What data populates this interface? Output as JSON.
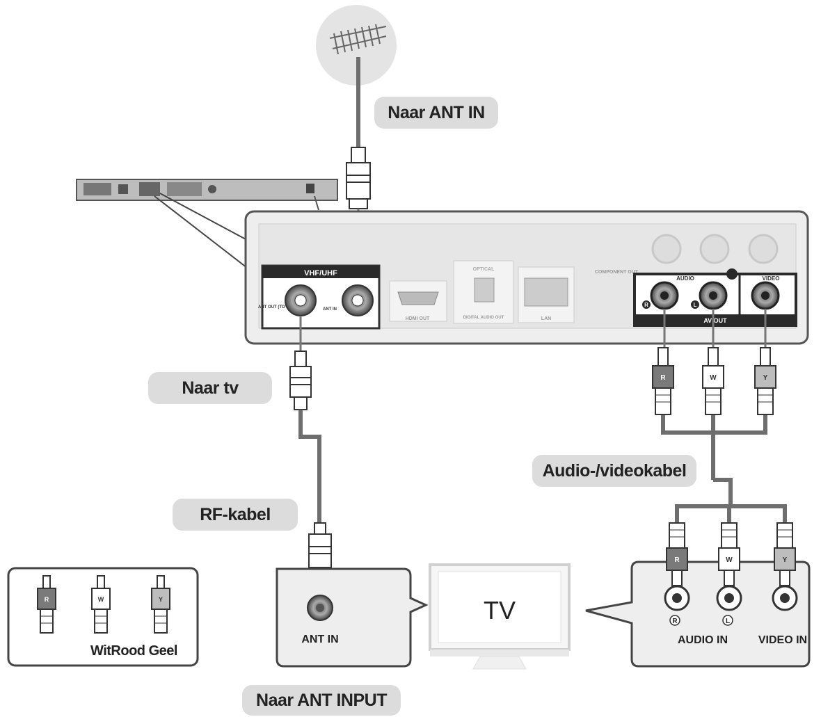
{
  "labels": {
    "naar_ant_in": "Naar ANT IN",
    "naar_tv": "Naar tv",
    "rf_kabel": "RF-kabel",
    "audio_video_kabel": "Audio-/videokabel",
    "naar_ant_input": "Naar ANT INPUT"
  },
  "player_panel": {
    "vhf_uhf": "VHF/UHF",
    "ant_out": "ANT OUT (TO TV)",
    "ant_in": "ANT IN",
    "hdmi_out": "HDMI OUT",
    "optical": "OPTICAL",
    "digital_audio_out": "DIGITAL AUDIO OUT",
    "lan": "LAN",
    "component_out": "COMPONENT OUT",
    "audio": "AUDIO",
    "video": "VIDEO",
    "av_out": "AV OUT",
    "r_marker": "R",
    "l_marker": "L"
  },
  "plugs": {
    "r": "R",
    "w": "W",
    "y": "Y"
  },
  "legend": {
    "caption": "WitRood Geel"
  },
  "tv": {
    "label": "TV",
    "ant_in": "ANT IN",
    "audio_in": "AUDIO IN",
    "video_in": "VIDEO IN",
    "r_marker": "R",
    "l_marker": "L"
  },
  "colors": {
    "cable": "#6e6e6e",
    "panel_bg": "#eeeeee",
    "panel_border": "#555555",
    "pill_bg": "#dcdcdc",
    "dark_strip": "#2a2a2a"
  }
}
